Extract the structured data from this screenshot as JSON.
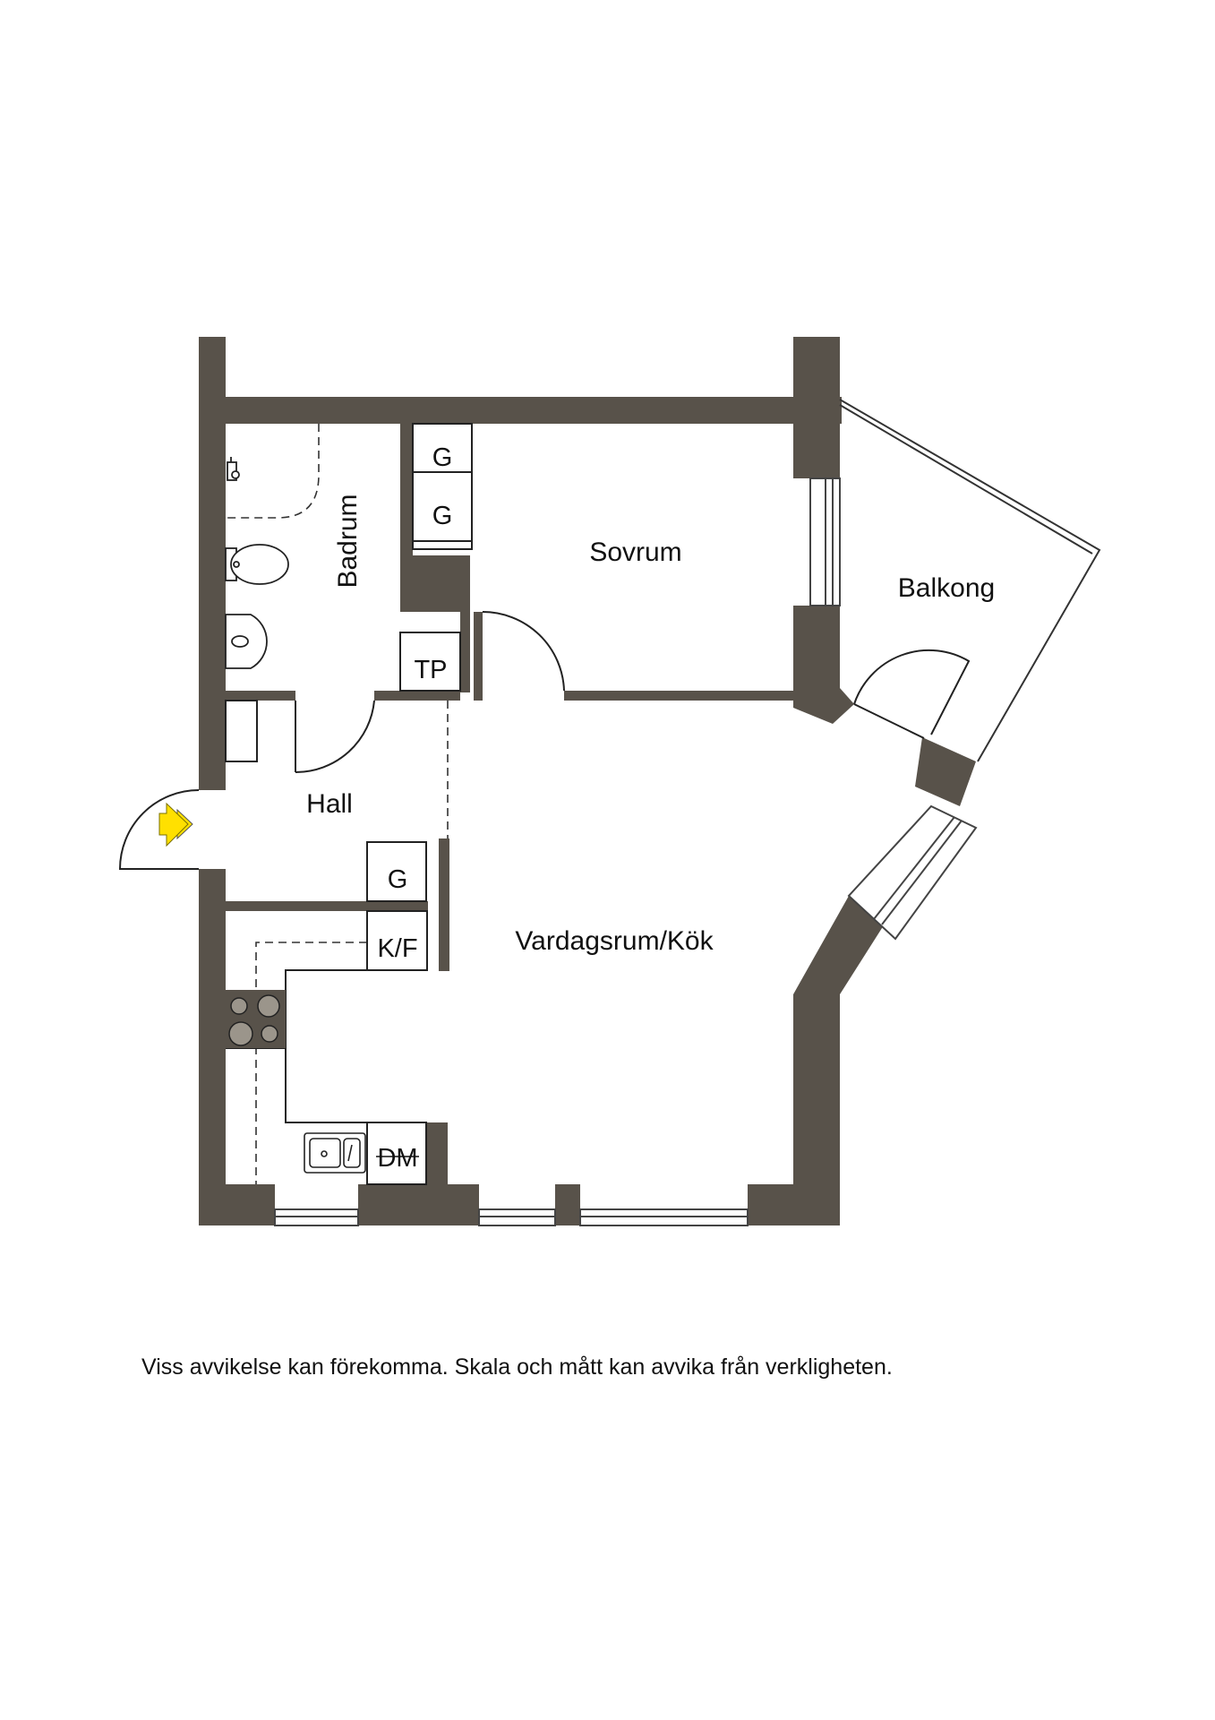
{
  "plan": {
    "wall_color": "#58524a",
    "entrance_marker_color": "#ffe000",
    "rooms": {
      "badrum": "Badrum",
      "sovrum": "Sovrum",
      "balkong": "Balkong",
      "hall": "Hall",
      "vardagsrum_kok": "Vardagsrum/Kök"
    },
    "fixtures": {
      "g_1": "G",
      "g_2": "G",
      "g_3": "G",
      "tp": "TP",
      "kf": "K/F",
      "dm": "DM"
    }
  },
  "note": "Viss avvikelse kan förekomma. Skala och mått kan avvika från verkligheten."
}
